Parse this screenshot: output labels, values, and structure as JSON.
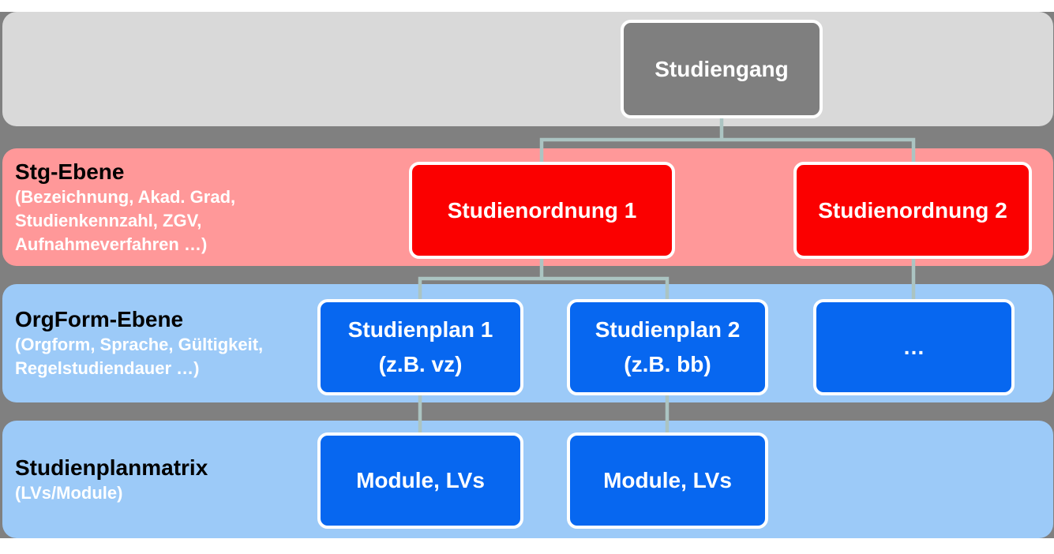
{
  "colors": {
    "page_background": "#FFFFFF",
    "canvas_background": "#808080",
    "band_gray": "#D9D9D9",
    "band_pink": "#FF9899",
    "band_blue": "#9CCAF8",
    "node_gray": "#7F7F7F",
    "node_red": "#FB0000",
    "node_blue": "#0767F0",
    "node_border": "#FFFFFF",
    "connector_line": "#ABC4C2",
    "band_title_text": "#000000",
    "band_description_text": "#FFFFFF",
    "node_text": "#FFFFFF"
  },
  "root_node": {
    "label": "Studiengang"
  },
  "bands": [
    {
      "id": "stg-ebene",
      "title": "Stg-Ebene",
      "description_lines": [
        "(Bezeichnung, Akad. Grad,",
        "Studienkennzahl, ZGV,",
        "Aufnahmeverfahren …)"
      ],
      "nodes": [
        {
          "label": "Studienordnung 1"
        },
        {
          "label": "Studienordnung 2"
        }
      ]
    },
    {
      "id": "orgform-ebene",
      "title": "OrgForm-Ebene",
      "description_lines": [
        "(Orgform, Sprache, Gültigkeit,",
        "Regelstudiendauer …)"
      ],
      "nodes": [
        {
          "label": "Studienplan 1",
          "sublabel": "(z.B. vz)"
        },
        {
          "label": "Studienplan 2",
          "sublabel": "(z.B. bb)"
        },
        {
          "label": "…"
        }
      ]
    },
    {
      "id": "studienplanmatrix",
      "title": "Studienplanmatrix",
      "description_lines": [
        "(LVs/Module)"
      ],
      "nodes": [
        {
          "label": "Module, LVs"
        },
        {
          "label": "Module, LVs"
        }
      ]
    }
  ]
}
